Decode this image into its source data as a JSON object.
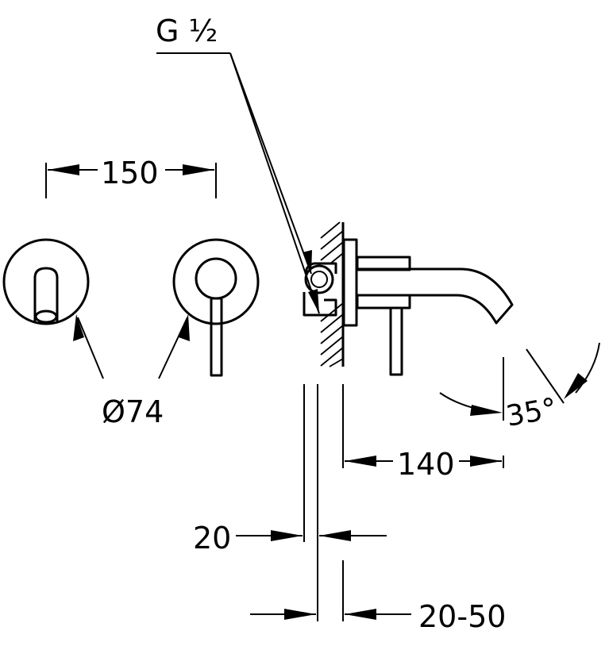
{
  "drawing": {
    "title": "Wall-mounted basin mixer technical drawing",
    "line_color": "#000000",
    "background": "#ffffff"
  },
  "labels": {
    "thread": "G ½",
    "plate_spacing": "150",
    "plate_diameter": "Ø74",
    "spout_angle": "35°",
    "spout_projection": "140",
    "plate_thickness": "20",
    "wall_depth_range": "20-50"
  },
  "views": {
    "front_view_left": "spout-plate",
    "front_view_right": "lever-plate",
    "side_view": "mixer-in-wall-section"
  }
}
